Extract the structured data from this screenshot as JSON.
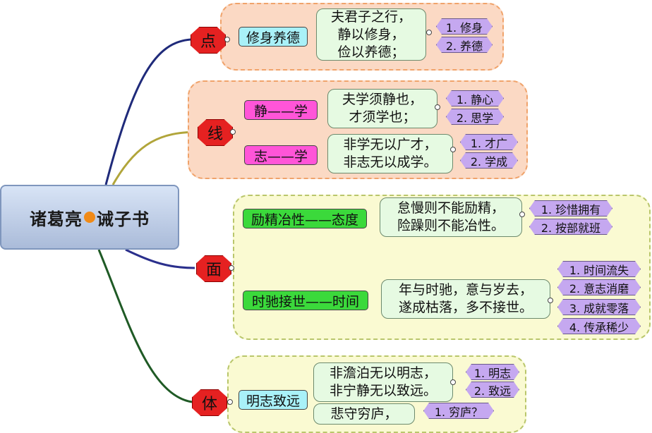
{
  "center": {
    "part1": "诸葛亮",
    "part2": "诫子书"
  },
  "branches": {
    "dian": {
      "label": "点",
      "topics": [
        {
          "label": "修身养德",
          "quote": [
            "夫君子之行，",
            "静以修身，",
            "俭以养德；"
          ],
          "leaves": [
            "1. 修身",
            "2. 养德"
          ]
        }
      ]
    },
    "xian": {
      "label": "线",
      "topics": [
        {
          "label": "静——学",
          "quote": [
            "夫学须静也，",
            "才须学也；"
          ],
          "leaves": [
            "1. 静心",
            "2. 思学"
          ]
        },
        {
          "label": "志——学",
          "quote": [
            "非学无以广才，",
            "非志无以成学。"
          ],
          "leaves": [
            "1. 才广",
            "2. 学成"
          ]
        }
      ]
    },
    "mian": {
      "label": "面",
      "topics": [
        {
          "label": "励精冶性——态度",
          "quote": [
            "怠慢则不能励精，",
            "险躁则不能冶性。"
          ],
          "leaves": [
            "1. 珍惜拥有",
            "2. 按部就班"
          ]
        },
        {
          "label": "时驰接世——时间",
          "quote": [
            "年与时驰，意与岁去，",
            "遂成枯落，多不接世。"
          ],
          "leaves": [
            "1. 时间流失",
            "2. 意志消磨",
            "3. 成就零落",
            "4. 传承稀少"
          ]
        }
      ]
    },
    "ti": {
      "label": "体",
      "topics": [
        {
          "label": "明志致远",
          "quote": [
            "非澹泊无以明志，",
            "非宁静无以致远。"
          ],
          "leaves": [
            "1. 明志",
            "2. 致远"
          ]
        },
        {
          "label": "",
          "quote": [
            "悲守穷庐，"
          ],
          "leaves": [
            "1. 穷庐？"
          ]
        }
      ]
    }
  },
  "colors": {
    "line_dian": "#1f2a7a",
    "line_xian": "#b1a53a",
    "line_mian": "#2a2f8c",
    "line_ti": "#1f5a25",
    "node": "#e52121",
    "leaf": "#c5a8f0"
  }
}
